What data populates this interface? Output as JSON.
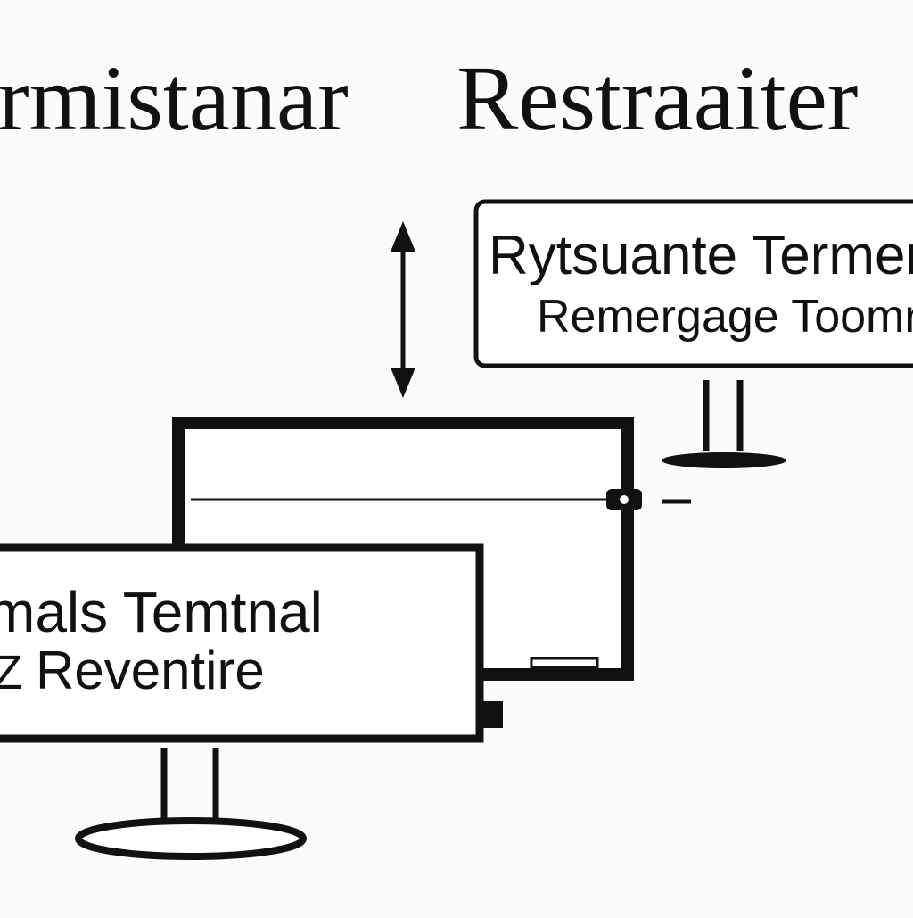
{
  "heading": {
    "left_text": "rmistanar",
    "right_text": "Restraaiter"
  },
  "top_monitor": {
    "line1": "Rytsuante Termer",
    "line2": "Remergage Toomr"
  },
  "front_monitor": {
    "line1": "mals Temtnal",
    "line2_prefix": "Z",
    "line2": "Reventire"
  },
  "connector": {
    "arrow_icon": "double-headed-vertical-arrow"
  },
  "colors": {
    "ink": "#111111",
    "background": "#fbfbfb",
    "panel_fill": "#ffffff"
  }
}
